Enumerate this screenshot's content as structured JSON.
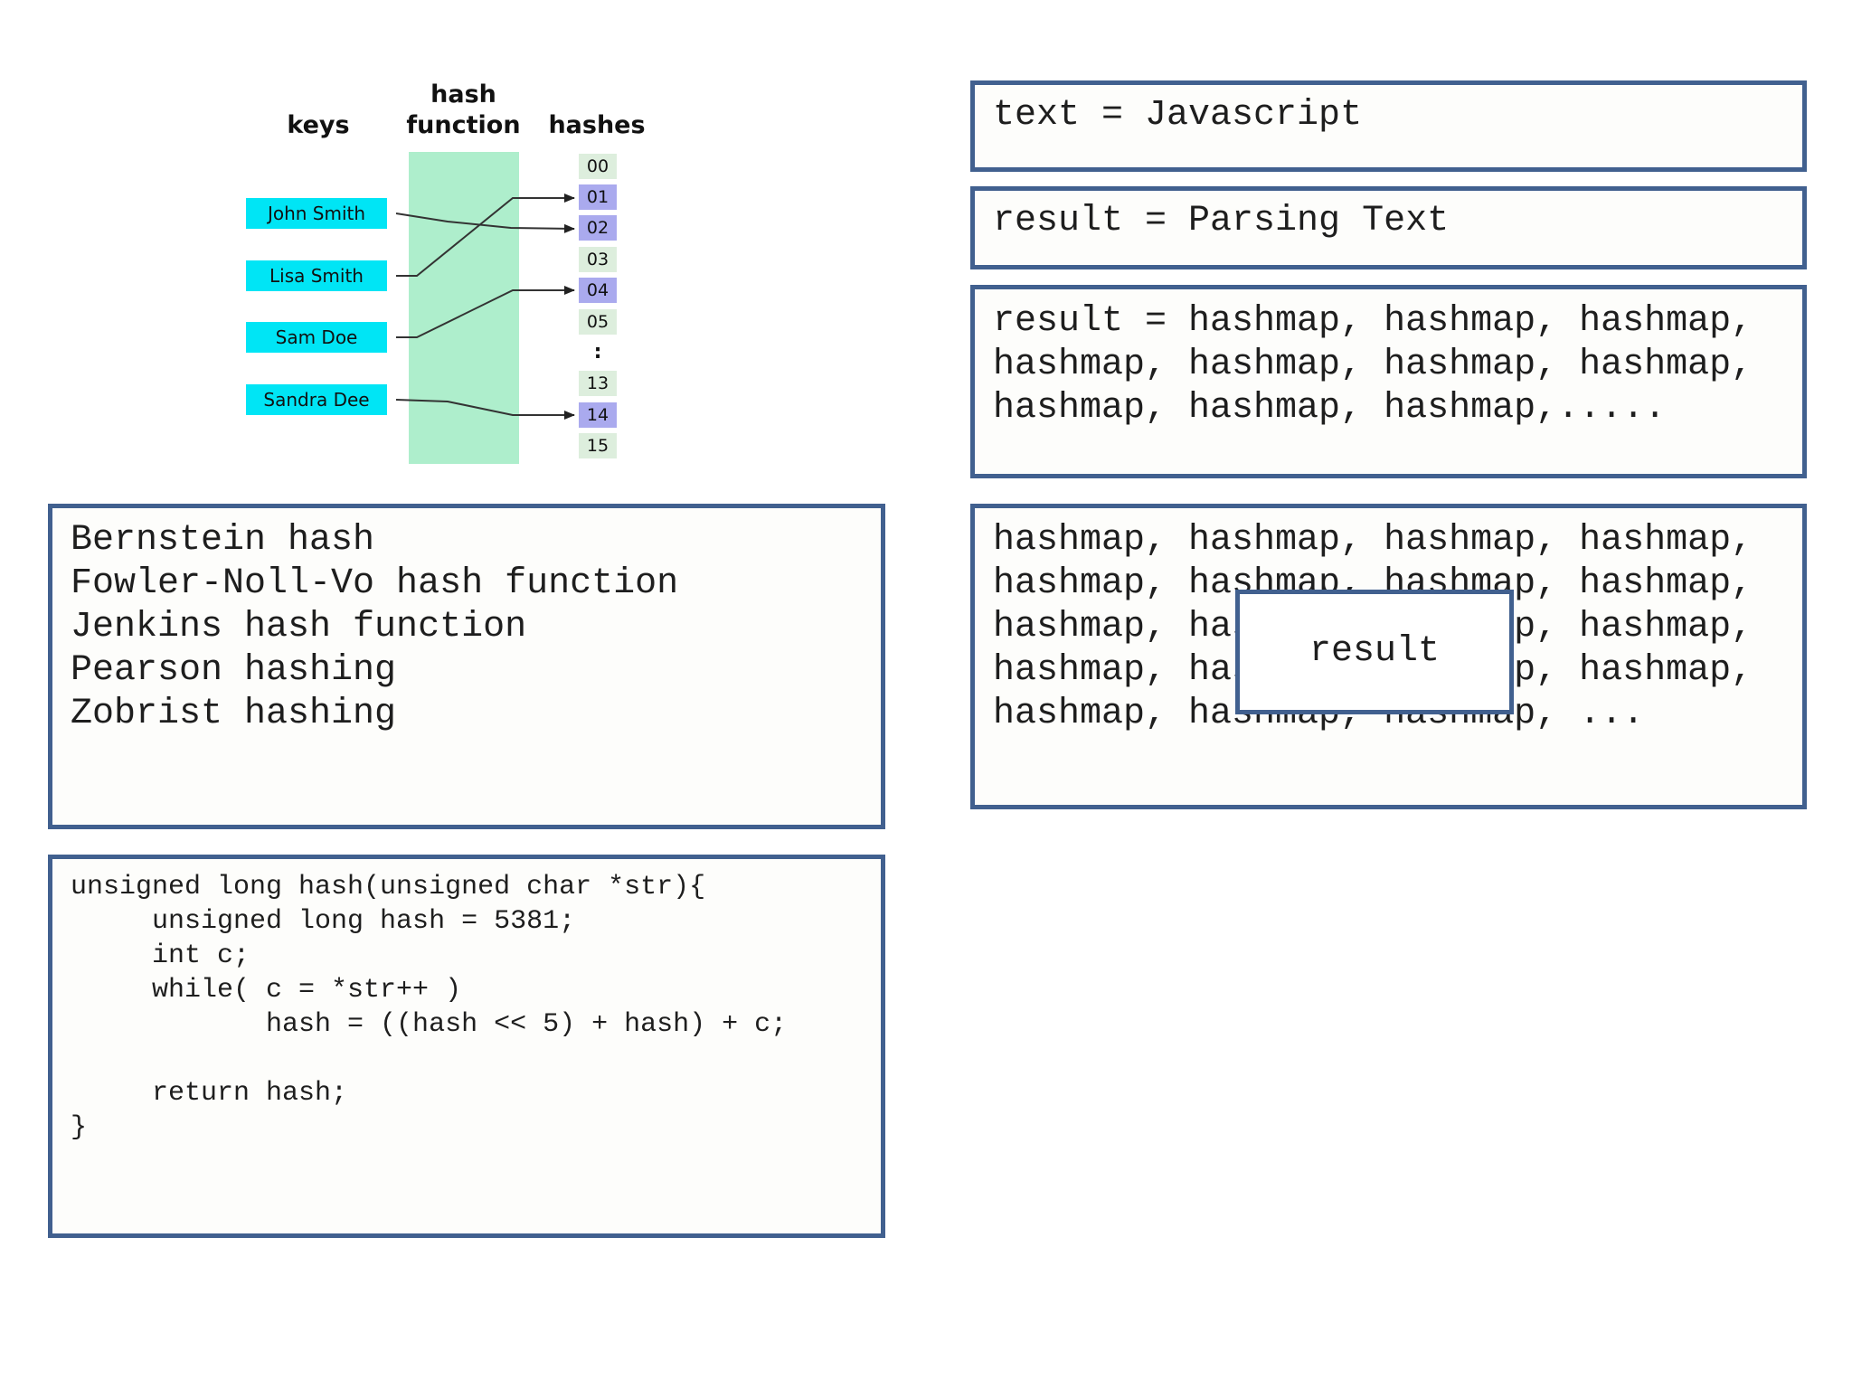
{
  "diagram": {
    "headers": {
      "keys": "keys",
      "hash_function": "hash\nfunction",
      "hashes": "hashes"
    },
    "keys": [
      "John Smith",
      "Lisa Smith",
      "Sam Doe",
      "Sandra Dee"
    ],
    "hashes": [
      "00",
      "01",
      "02",
      "03",
      "04",
      "05",
      ":",
      "13",
      "14",
      "15"
    ],
    "highlighted_hashes": [
      "01",
      "02",
      "04",
      "14"
    ],
    "mappings": [
      {
        "key": "John Smith",
        "hash": "02"
      },
      {
        "key": "Lisa Smith",
        "hash": "01"
      },
      {
        "key": "Sam Doe",
        "hash": "04"
      },
      {
        "key": "Sandra Dee",
        "hash": "14"
      }
    ],
    "colors": {
      "key_fill": "#00e5f5",
      "hash_band": "#aeeecc",
      "hash_cell": "#ddeedd",
      "hash_hit": "#aaaaee",
      "border": "#41608f"
    }
  },
  "text_box": {
    "line": "text = Javascript"
  },
  "result_box": {
    "line": "result = Parsing Text"
  },
  "result_hashmap_box": {
    "lines": [
      "result = hashmap, hashmap, hashmap,",
      "hashmap, hashmap, hashmap, hashmap,",
      "hashmap, hashmap, hashmap,....."
    ]
  },
  "hash_list_box": {
    "lines": [
      "Bernstein hash",
      "Fowler-Noll-Vo hash function",
      "Jenkins hash function",
      "Pearson hashing",
      "Zobrist hashing"
    ]
  },
  "hashmap_grid_box": {
    "lines": [
      "hashmap, hashmap, hashmap, hashmap,",
      "hashmap, hashmap, hashmap, hashmap,",
      "hashmap, hashmap, hashmap, hashmap,",
      "hashmap, hashmap, hashmap, hashmap,",
      "hashmap, hashmap, hashmap, ..."
    ],
    "overlay_label": "result"
  },
  "code_box": {
    "lines": [
      "unsigned long hash(unsigned char *str){",
      "     unsigned long hash = 5381;",
      "     int c;",
      "     while( c = *str++ )",
      "            hash = ((hash << 5) + hash) + c;",
      "",
      "     return hash;",
      "}"
    ]
  }
}
